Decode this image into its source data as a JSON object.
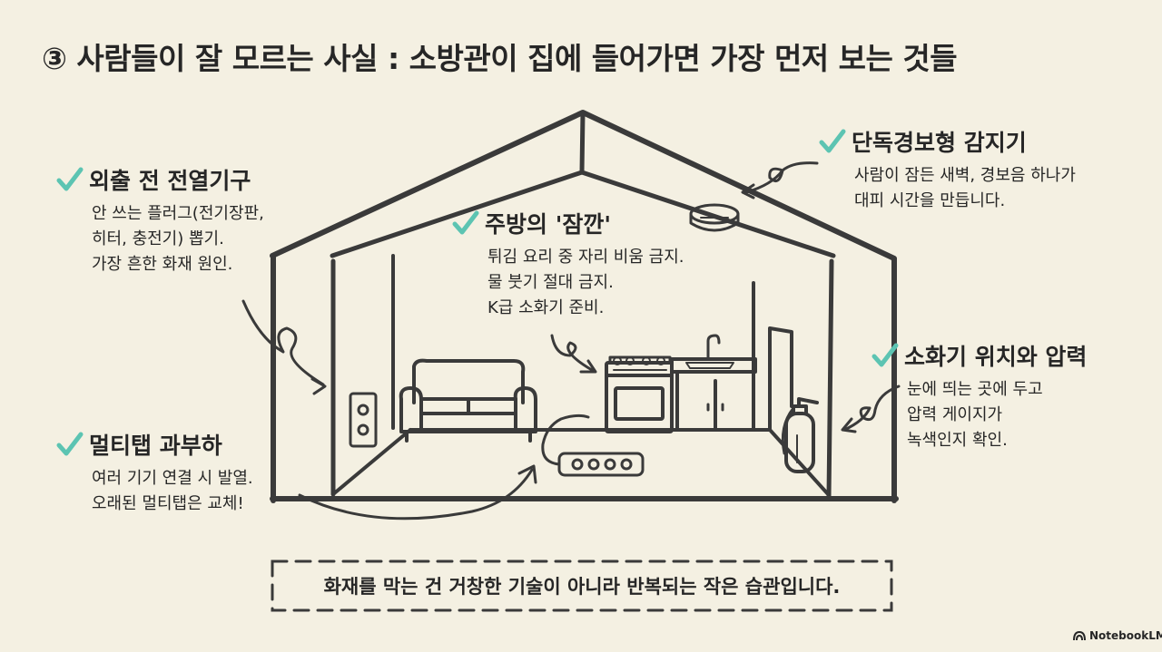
{
  "title": "③ 사람들이 잘 모르는 사실 : 소방관이 집에 들어가면 가장 먼저 보는 것들",
  "callouts": {
    "heaters": {
      "title": "외출 전 전열기구",
      "lines": [
        "안 쓰는 플러그(전기장판,",
        "히터, 충전기) 뽑기.",
        "가장 흔한 화재 원인."
      ]
    },
    "kitchen": {
      "title": "주방의 '잠깐'",
      "lines": [
        "튀김 요리 중 자리 비움 금지.",
        "물 붓기 절대 금지.",
        "K급 소화기 준비."
      ]
    },
    "detector": {
      "title": "단독경보형 감지기",
      "lines": [
        "사람이 잠든 새벽, 경보음 하나가",
        "대피 시간을 만듭니다."
      ]
    },
    "extinguisher": {
      "title": "소화기 위치와 압력",
      "lines": [
        "눈에 띄는 곳에 두고",
        "압력 게이지가",
        "녹색인지 확인."
      ]
    },
    "multitap": {
      "title": "멀티탭 과부하",
      "lines": [
        "여러 기기 연결 시 발열.",
        "오래된 멀티탭은 교체!"
      ]
    }
  },
  "banner": "화재를 막는 건 거창한 기술이 아니라 반복되는 작은 습관입니다.",
  "logo": "NotebookLM",
  "colors": {
    "background": "#f4f0e2",
    "ink": "#3a3a3a",
    "check": "#5cc4b2",
    "text": "#262626"
  },
  "icons": [
    "check-icon",
    "notebooklm-logo-icon"
  ]
}
